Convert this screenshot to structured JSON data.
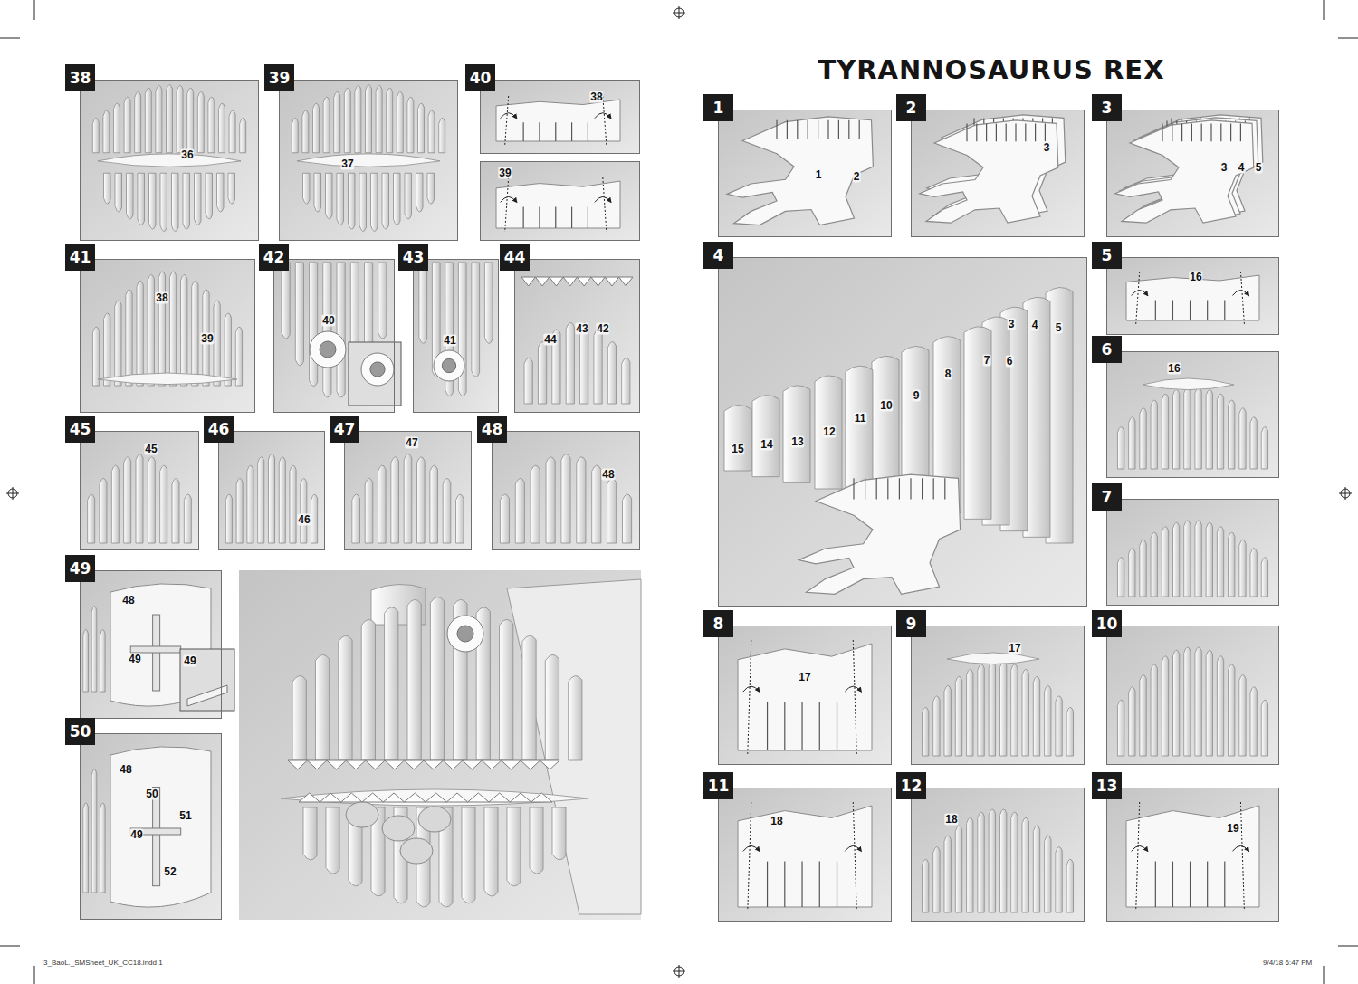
{
  "diagram": {
    "title": "TYRANNOSAURUS REX",
    "nodes": [
      {
        "text": [
          "38",
          "36"
        ]
      },
      {
        "text": [
          "39",
          "37"
        ]
      },
      {
        "text": [
          "40",
          "38"
        ]
      },
      {
        "text": [
          "39"
        ]
      },
      {
        "text": [
          "41",
          "38",
          "39"
        ]
      },
      {
        "text": [
          "42",
          "40"
        ]
      },
      {
        "text": [
          "43",
          "41"
        ]
      },
      {
        "text": [
          "44",
          "44",
          "43",
          "42"
        ]
      },
      {
        "text": [
          "45",
          "45"
        ]
      },
      {
        "text": [
          "46",
          "46"
        ]
      },
      {
        "text": [
          "47",
          "47"
        ]
      },
      {
        "text": [
          "48",
          "48"
        ]
      },
      {
        "text": [
          "49",
          "48",
          "49",
          "49"
        ]
      },
      {
        "text": [
          "50",
          "48",
          "50",
          "51",
          "49",
          "52"
        ]
      },
      {
        "text": [
          "1",
          "1",
          "2"
        ]
      },
      {
        "text": [
          "2",
          "3"
        ]
      },
      {
        "text": [
          "3",
          "3",
          "4",
          "5"
        ]
      },
      {
        "text": [
          "4",
          "3",
          "4",
          "5",
          "7",
          "6",
          "8",
          "9",
          "10",
          "11",
          "12",
          "13",
          "14",
          "15"
        ]
      },
      {
        "text": [
          "5",
          "16"
        ]
      },
      {
        "text": [
          "6",
          "16"
        ]
      },
      {
        "text": [
          "7"
        ]
      },
      {
        "text": [
          "8",
          "17"
        ]
      },
      {
        "text": [
          "9",
          "17"
        ]
      },
      {
        "text": [
          "10"
        ]
      },
      {
        "text": [
          "11",
          "18"
        ]
      },
      {
        "text": [
          "12",
          "18"
        ]
      },
      {
        "text": [
          "13",
          "19"
        ]
      }
    ],
    "labels": [
      "3_BaoL._SMSheet_UK_CC18.indd 1",
      "9/4/18 6:47 PM"
    ]
  }
}
